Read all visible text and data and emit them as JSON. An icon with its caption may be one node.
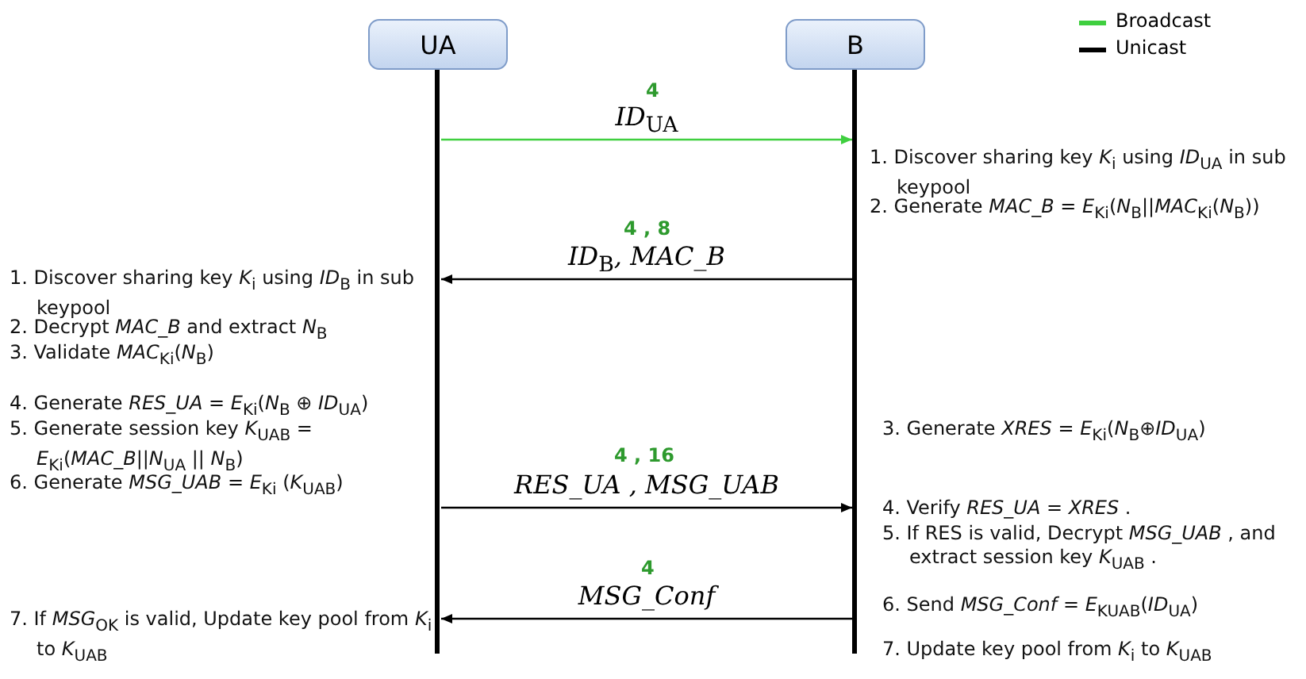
{
  "diagram": {
    "nodes": [
      {
        "text": [
          "UA"
        ]
      },
      {
        "text": [
          "B"
        ]
      }
    ],
    "edges": [
      {
        "from": 0,
        "to": 1,
        "arrow": "to",
        "label": "*ID*$_{UA}$",
        "color": "#3fcf3f"
      },
      {
        "from": 1,
        "to": 0,
        "arrow": "to",
        "label": "*ID*$_{B}$*, MAC_B*"
      },
      {
        "from": 0,
        "to": 1,
        "arrow": "to",
        "label": "*RES_UA , MSG_UAB*"
      },
      {
        "from": 1,
        "to": 0,
        "arrow": "to",
        "label": "*MSG_Conf*"
      }
    ],
    "labels": [
      "4",
      "1. Discover sharing key *K*$_{i}$ using *ID*$_{UA}$ in sub keypool",
      "2. Generate *MAC_B* = *E*$_{Ki}$(*N*$_{B}$||*MAC*$_{Ki}$(*N*$_{B}$))",
      "4 , 8",
      "1. Discover sharing key *K*$_{i}$ using *ID*$_{B}$ in sub keypool",
      "2. Decrypt *MAC_B* and extract *N*$_{B}$",
      "3. Validate *MAC*$_{Ki}$(*N*$_{B}$)",
      "4. Generate *RES_UA* = *E*$_{Ki}$(*N*$_{B}$ ⊕ *ID*$_{UA}$)",
      "3. Generate *XRES* = *E*$_{Ki}$(*N*$_{B}$⊕*ID*$_{UA}$)",
      "5. Generate session key *K*$_{UAB}$ = *E*$_{Ki}$(*MAC_B*||*N*$_{UA}$ || *N*$_{B}$)",
      "4 , 16",
      "6. Generate *MSG_UAB* = *E*$_{Ki}$ (*K*$_{UAB}$)",
      "4. Verify *RES_UA* = *XRES* .",
      "5. If RES is valid, Decrypt *MSG_UAB* , and extract session key *K*$_{UAB}$ .",
      "4",
      "6. Send *MSG_Conf* = *E*$_{KUAB}$(*ID*$_{UA}$)",
      "7. If *MSG*$_{OK}$ is valid, Update key pool from *K*$_{i}$ to *K*$_{UAB}$",
      "7. Update key pool from *K*$_{i}$ to *K*$_{UAB}$"
    ],
    "legend": [
      {
        "text": "Broadcast",
        "color": "#3fcf3f"
      },
      {
        "text": "Unicast",
        "color": "#000000"
      }
    ]
  }
}
